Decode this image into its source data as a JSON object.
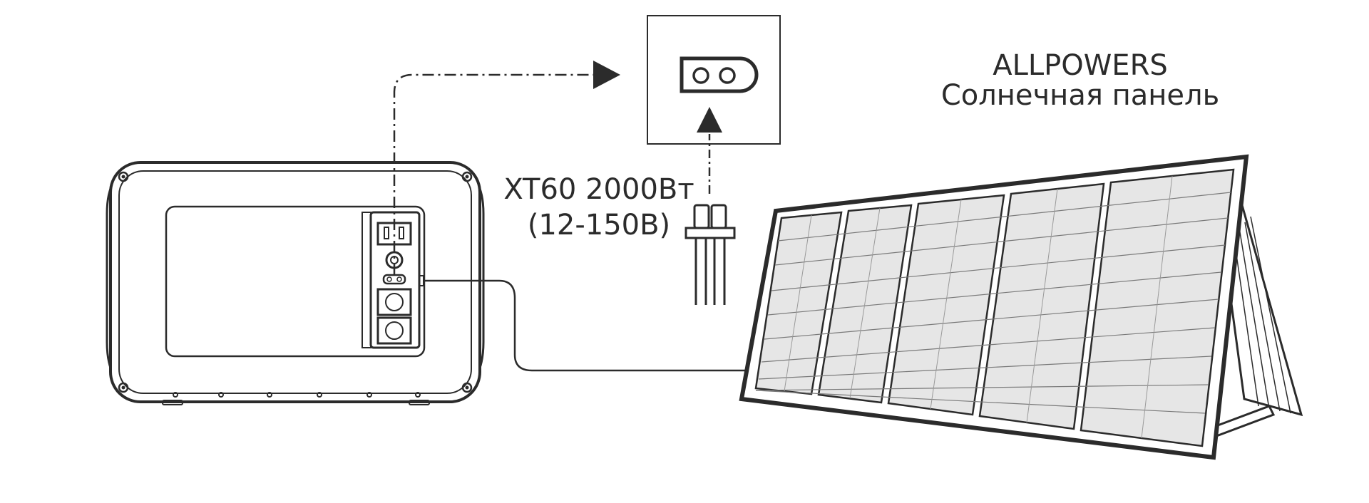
{
  "solar_panel": {
    "brand": "ALLPOWERS",
    "name": "Солнечная панель"
  },
  "connector": {
    "label_line1": "XT60 2000Вт",
    "label_line2": "(12-150В)"
  },
  "colors": {
    "stroke": "#2b2b2b",
    "panel_cell_fill": "#e6e6e6",
    "background": "#ffffff"
  },
  "icons": {
    "station": "power-station-icon",
    "port_callout": "xt60-port-icon",
    "plug": "xt60-plug-icon",
    "panel": "solar-panel-icon"
  }
}
